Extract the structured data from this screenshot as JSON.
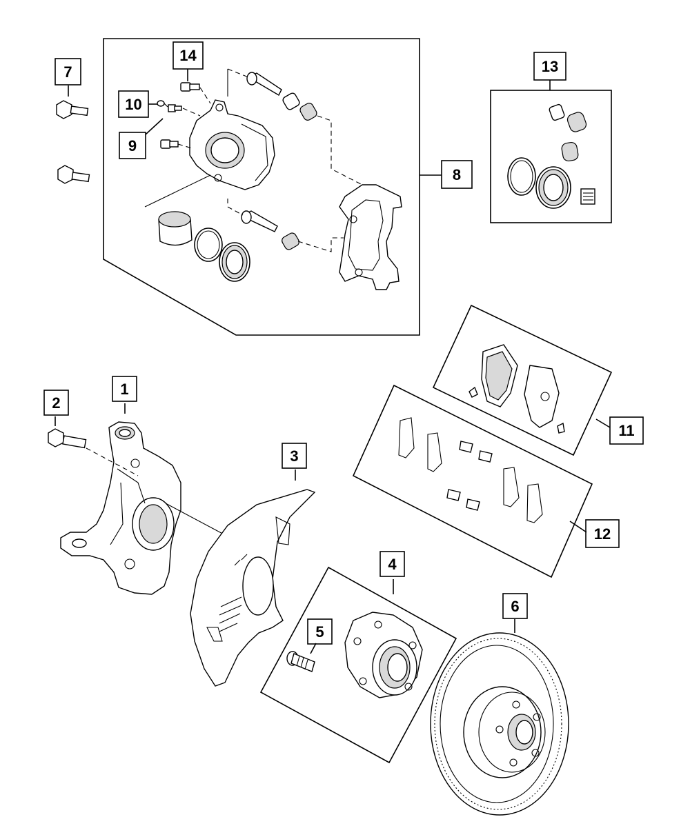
{
  "callouts": [
    {
      "id": "1",
      "label": "1"
    },
    {
      "id": "2",
      "label": "2"
    },
    {
      "id": "3",
      "label": "3"
    },
    {
      "id": "4",
      "label": "4"
    },
    {
      "id": "5",
      "label": "5"
    },
    {
      "id": "6",
      "label": "6"
    },
    {
      "id": "7",
      "label": "7"
    },
    {
      "id": "8",
      "label": "8"
    },
    {
      "id": "9",
      "label": "9"
    },
    {
      "id": "10",
      "label": "10"
    },
    {
      "id": "11",
      "label": "11"
    },
    {
      "id": "12",
      "label": "12"
    },
    {
      "id": "13",
      "label": "13"
    },
    {
      "id": "14",
      "label": "14"
    }
  ],
  "parts": {
    "knuckle": "steering-knuckle",
    "bolt": "knuckle-bolt",
    "shield": "brake-dust-shield",
    "hub": "hub-bearing",
    "stud": "wheel-stud",
    "rotor": "brake-rotor",
    "caliper_bolts": "caliper-mounting-bolts",
    "caliper": "brake-caliper",
    "bleeder": "bleeder-screw",
    "bleeder_cap": "bleeder-cap",
    "pads": "brake-pads",
    "pad_hardware": "pad-hardware-kit",
    "seal_kit": "caliper-seal-kit",
    "guide_bolt": "caliper-guide-pin-bolt"
  }
}
